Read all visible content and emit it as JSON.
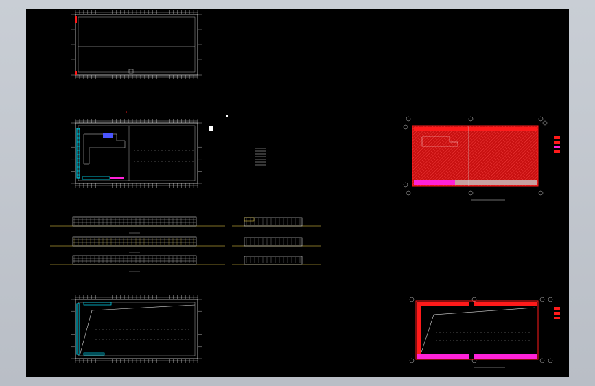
{
  "viewer": {
    "background": "#000000",
    "frame_color": "#c3c8cf"
  },
  "drawings": [
    {
      "id": "roof-plan-top",
      "kind": "plan"
    },
    {
      "id": "first-floor-plan",
      "kind": "plan"
    },
    {
      "id": "elevations-long",
      "kind": "elevation",
      "count": 3
    },
    {
      "id": "elevations-short",
      "kind": "elevation",
      "count": 3
    },
    {
      "id": "second-floor-plan",
      "kind": "plan"
    },
    {
      "id": "fire-zone-plan-top",
      "kind": "plan-colored"
    },
    {
      "id": "fire-zone-plan-bottom",
      "kind": "plan-colored"
    }
  ],
  "colors": {
    "line": "#d8d8d8",
    "grid": "#ffffff",
    "cyan": "#00e5ff",
    "yellow": "#ffe14d",
    "red": "#ff1a1a",
    "dark_red": "#c81010",
    "magenta": "#ff22d8",
    "blue": "#4a55ff",
    "green": "#33ff66"
  }
}
